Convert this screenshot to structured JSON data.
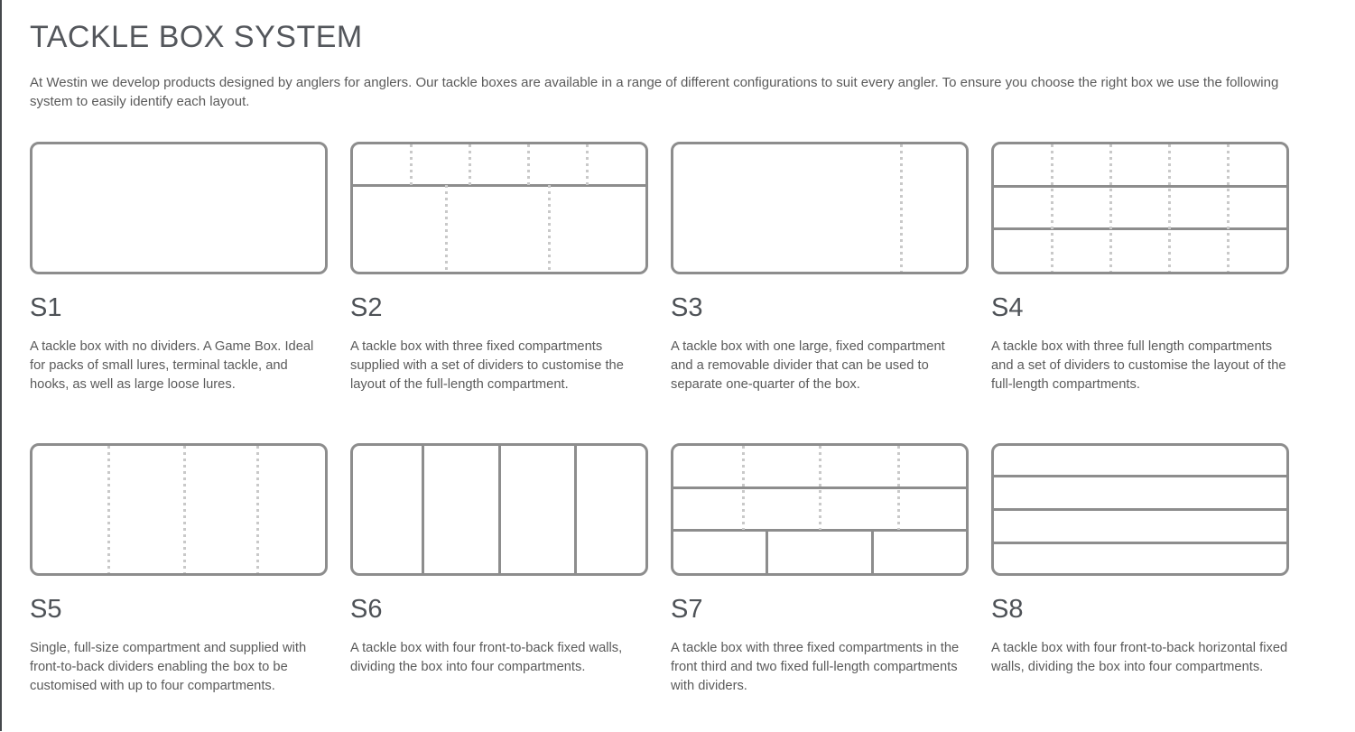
{
  "page": {
    "title": "TACKLE BOX SYSTEM",
    "intro": "At Westin we develop products designed by anglers for anglers. Our tackle boxes are available in a range of different configurations to suit every angler. To ensure you choose the right box we use the following system to easily identify each layout."
  },
  "colors": {
    "wall": "#8d8d8d",
    "divider": "#c9c9c9",
    "title_text": "#54575c",
    "label_text": "#4e5257",
    "body_text": "#5a5a5a"
  },
  "boxes": [
    {
      "label": "S1",
      "description": "A tackle box with no dividers. A Game Box. Ideal for packs of small lures, terminal tackle, and hooks, as well as large loose lures.",
      "lines": []
    },
    {
      "label": "S2",
      "description": "A tackle box with three fixed compartments supplied with a set of dividers to customise the layout of the full-length compartment.",
      "lines": [
        {
          "style": "solid",
          "orient": "h",
          "pos": 32,
          "from": 0,
          "to": 100
        },
        {
          "style": "dashed",
          "orient": "v",
          "pos": 20,
          "from": 0,
          "to": 32
        },
        {
          "style": "dashed",
          "orient": "v",
          "pos": 40,
          "from": 0,
          "to": 32
        },
        {
          "style": "dashed",
          "orient": "v",
          "pos": 60,
          "from": 0,
          "to": 32
        },
        {
          "style": "dashed",
          "orient": "v",
          "pos": 80,
          "from": 0,
          "to": 32
        },
        {
          "style": "dashed",
          "orient": "v",
          "pos": 32,
          "from": 32,
          "to": 100
        },
        {
          "style": "dashed",
          "orient": "v",
          "pos": 67,
          "from": 32,
          "to": 100
        }
      ]
    },
    {
      "label": "S3",
      "description": "A tackle box with one large, fixed compartment and a removable divider that can be used to separate one-quarter of the box.",
      "lines": [
        {
          "style": "dashed",
          "orient": "v",
          "pos": 78,
          "from": 0,
          "to": 100
        }
      ]
    },
    {
      "label": "S4",
      "description": "A tackle box with three full length compartments and a set of dividers to customise the layout of the full-length compartments.",
      "lines": [
        {
          "style": "solid",
          "orient": "h",
          "pos": 33,
          "from": 0,
          "to": 100
        },
        {
          "style": "solid",
          "orient": "h",
          "pos": 66,
          "from": 0,
          "to": 100
        },
        {
          "style": "dashed",
          "orient": "v",
          "pos": 20,
          "from": 0,
          "to": 100
        },
        {
          "style": "dashed",
          "orient": "v",
          "pos": 40,
          "from": 0,
          "to": 100
        },
        {
          "style": "dashed",
          "orient": "v",
          "pos": 60,
          "from": 0,
          "to": 100
        },
        {
          "style": "dashed",
          "orient": "v",
          "pos": 80,
          "from": 0,
          "to": 100
        }
      ]
    },
    {
      "label": "S5",
      "description": "Single, full-size compartment and supplied with front-to-back dividers enabling the box to be customised with up to four compartments.",
      "lines": [
        {
          "style": "dashed",
          "orient": "v",
          "pos": 26,
          "from": 0,
          "to": 100
        },
        {
          "style": "dashed",
          "orient": "v",
          "pos": 52,
          "from": 0,
          "to": 100
        },
        {
          "style": "dashed",
          "orient": "v",
          "pos": 77,
          "from": 0,
          "to": 100
        }
      ]
    },
    {
      "label": "S6",
      "description": "A tackle box with four front-to-back fixed walls, dividing the box into four compartments.",
      "lines": [
        {
          "style": "solid",
          "orient": "v",
          "pos": 24,
          "from": 0,
          "to": 100
        },
        {
          "style": "solid",
          "orient": "v",
          "pos": 50,
          "from": 0,
          "to": 100
        },
        {
          "style": "solid",
          "orient": "v",
          "pos": 76,
          "from": 0,
          "to": 100
        }
      ]
    },
    {
      "label": "S7",
      "description": "A tackle box with three fixed compartments in the front third and two fixed full-length compartments with dividers.",
      "lines": [
        {
          "style": "solid",
          "orient": "h",
          "pos": 33,
          "from": 0,
          "to": 100
        },
        {
          "style": "solid",
          "orient": "h",
          "pos": 66,
          "from": 0,
          "to": 100
        },
        {
          "style": "dashed",
          "orient": "v",
          "pos": 24,
          "from": 0,
          "to": 66
        },
        {
          "style": "dashed",
          "orient": "v",
          "pos": 50,
          "from": 0,
          "to": 66
        },
        {
          "style": "dashed",
          "orient": "v",
          "pos": 77,
          "from": 0,
          "to": 66
        },
        {
          "style": "solid",
          "orient": "v",
          "pos": 32,
          "from": 66,
          "to": 100
        },
        {
          "style": "solid",
          "orient": "v",
          "pos": 68,
          "from": 66,
          "to": 100
        }
      ]
    },
    {
      "label": "S8",
      "description": "A tackle box with four front-to-back horizontal fixed walls, dividing the box into four compartments.",
      "lines": [
        {
          "style": "solid",
          "orient": "h",
          "pos": 24,
          "from": 0,
          "to": 100
        },
        {
          "style": "solid",
          "orient": "h",
          "pos": 50,
          "from": 0,
          "to": 100
        },
        {
          "style": "solid",
          "orient": "h",
          "pos": 76,
          "from": 0,
          "to": 100
        }
      ]
    }
  ]
}
